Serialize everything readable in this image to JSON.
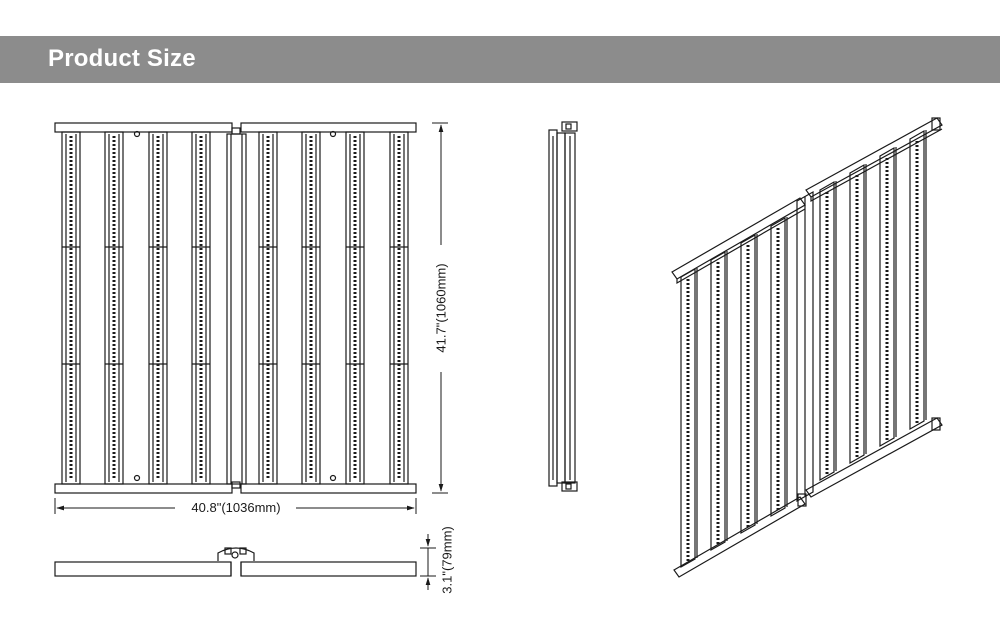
{
  "header": {
    "title": "Product Size",
    "bar_color": "#8c8c8c",
    "text_color": "#ffffff"
  },
  "dimensions": {
    "height_label": "41.7\"(1060mm)",
    "width_label": "40.8\"(1036mm)",
    "depth_label": "3.1\"(79mm)"
  },
  "line_color": "#1a1a1a"
}
